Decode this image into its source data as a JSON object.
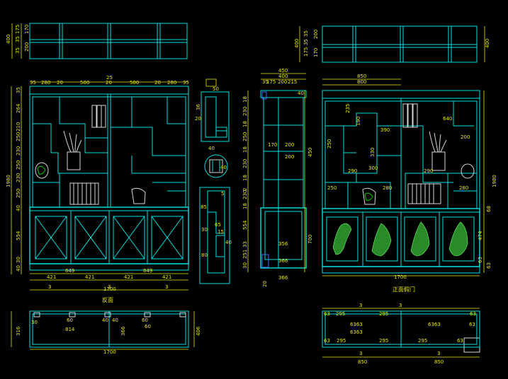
{
  "views": {
    "back_label": "反面",
    "front_label": "正面假门"
  },
  "dims": {
    "top_left": {
      "v": [
        "400",
        "175",
        "170",
        "35",
        "200",
        "35"
      ]
    },
    "top_right": {
      "v": [
        "400",
        "200",
        "35",
        "35",
        "175",
        "170"
      ],
      "w": [
        "400"
      ]
    },
    "back_view": {
      "top": [
        "35",
        "280",
        "20",
        "500",
        "25",
        "20",
        "500",
        "20",
        "280",
        "35"
      ],
      "left": [
        "35",
        "264",
        "210",
        "250",
        "230",
        "250",
        "230",
        "250",
        "40",
        "1980"
      ],
      "left2": [
        "554",
        "30",
        "40"
      ],
      "bottom": [
        "849",
        "849",
        "421",
        "421",
        "421",
        "421",
        "3",
        "3",
        "3",
        "1700"
      ]
    },
    "detail_col": {
      "labels": [
        "50",
        "36",
        "20",
        "40",
        "40",
        "5",
        "65",
        "15",
        "30",
        "85",
        "80",
        "40"
      ]
    },
    "side_view": {
      "top": [
        "450",
        "400",
        "175",
        "200",
        "215",
        "40",
        "35"
      ],
      "left": [
        "18",
        "230",
        "18",
        "250",
        "18",
        "230",
        "18",
        "2",
        "230",
        "18",
        "554",
        "33",
        "251",
        "30",
        "20"
      ],
      "mid": [
        "170",
        "200",
        "200",
        "356",
        "366",
        "366",
        "700"
      ],
      "right": [
        "450"
      ]
    },
    "front_view": {
      "top": [
        "850",
        "800"
      ],
      "inner": [
        "235",
        "190",
        "250",
        "330",
        "390",
        "300",
        "290",
        "250",
        "280",
        "200",
        "640",
        "290",
        "280"
      ],
      "right": [
        "1980",
        "474",
        "68",
        "63",
        "63"
      ],
      "bottom": [
        "1700"
      ]
    },
    "bottom_left": {
      "labels": [
        "30",
        "60",
        "40",
        "40",
        "60",
        "814",
        "60",
        "316",
        "366",
        "406",
        "1700"
      ]
    },
    "bottom_right": {
      "labels": [
        "3",
        "3",
        "63",
        "295",
        "295",
        "63",
        "6363",
        "6363",
        "63",
        "295",
        "63",
        "6363",
        "295",
        "295",
        "63",
        "3",
        "3",
        "850",
        "850"
      ]
    }
  },
  "colors": {
    "primary": "#00e0e0",
    "dim": "#e8e800",
    "fill": "#2a8a2a"
  }
}
